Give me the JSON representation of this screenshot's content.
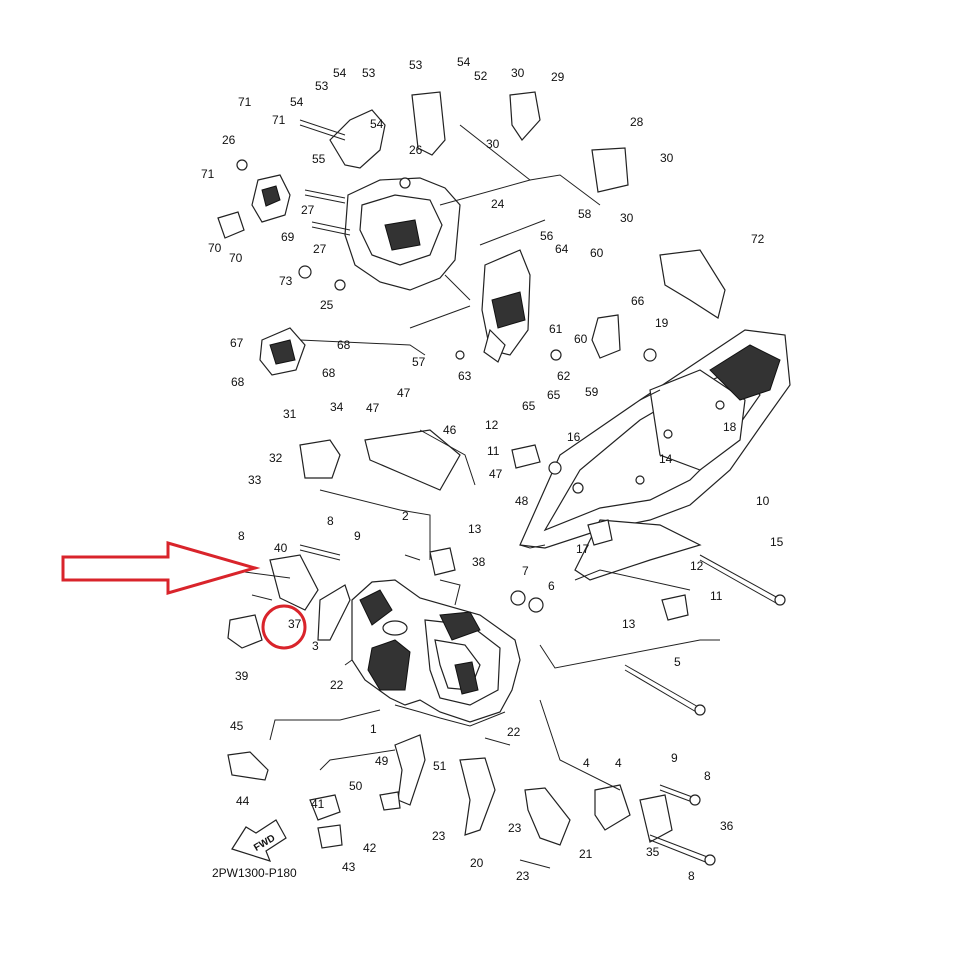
{
  "diagram": {
    "code": "2PW1300-P180",
    "fwd_label": "FWD",
    "highlight": {
      "part": "37",
      "color": "#d9242b"
    },
    "arrow_color": "#d9242b",
    "labels": [
      "1",
      "2",
      "3",
      "4",
      "4",
      "5",
      "6",
      "7",
      "8",
      "8",
      "8",
      "8",
      "9",
      "9",
      "10",
      "11",
      "11",
      "12",
      "12",
      "13",
      "13",
      "14",
      "15",
      "16",
      "17",
      "18",
      "19",
      "20",
      "21",
      "22",
      "22",
      "23",
      "23",
      "23",
      "24",
      "25",
      "26",
      "26",
      "27",
      "27",
      "28",
      "29",
      "30",
      "30",
      "30",
      "30",
      "31",
      "32",
      "33",
      "34",
      "35",
      "36",
      "37",
      "38",
      "39",
      "40",
      "41",
      "42",
      "43",
      "44",
      "45",
      "46",
      "47",
      "47",
      "47",
      "48",
      "49",
      "50",
      "51",
      "52",
      "53",
      "53",
      "53",
      "54",
      "54",
      "54",
      "54",
      "55",
      "56",
      "57",
      "58",
      "59",
      "60",
      "60",
      "61",
      "62",
      "63",
      "64",
      "65",
      "65",
      "66",
      "67",
      "68",
      "68",
      "68",
      "69",
      "70",
      "70",
      "71",
      "71",
      "71",
      "72",
      "73"
    ]
  }
}
